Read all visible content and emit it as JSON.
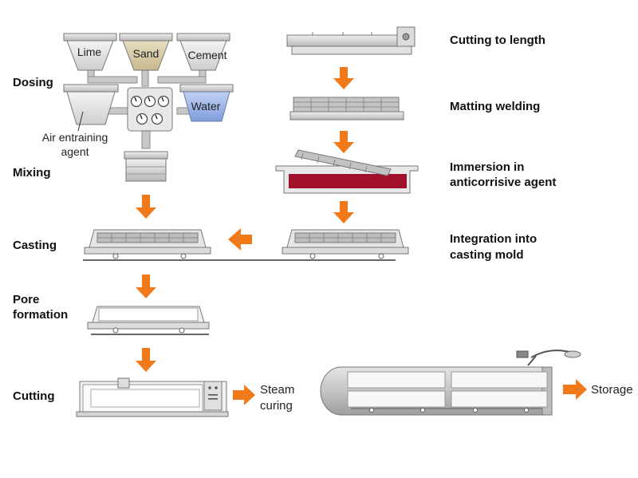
{
  "steps_left": {
    "dosing": "Dosing",
    "mixing": "Mixing",
    "casting": "Casting",
    "pore_line1": "Pore",
    "pore_line2": "formation",
    "cutting": "Cutting"
  },
  "steps_right": {
    "cutting_to_length": "Cutting to length",
    "matting_welding": "Matting welding",
    "immersion_line1": "Immersion in",
    "immersion_line2": "anticorrisive agent",
    "integration_line1": "Integration into",
    "integration_line2": "casting mold"
  },
  "hoppers": {
    "lime": "Lime",
    "sand": "Sand",
    "cement": "Cement",
    "water": "Water",
    "air_line1": "Air entraining",
    "air_line2": "agent"
  },
  "outputs": {
    "steam_line1": "Steam",
    "steam_line2": "curing",
    "storage": "Storage"
  },
  "colors": {
    "arrow": "#f07a1a",
    "machine_fill": "#eeeeee",
    "machine_stroke": "#6a6a6a",
    "sand": "#d8ccaa",
    "water": "#9db4e6",
    "anticorrosive": "#a0102a",
    "autoclave": "#c9c9c9"
  }
}
